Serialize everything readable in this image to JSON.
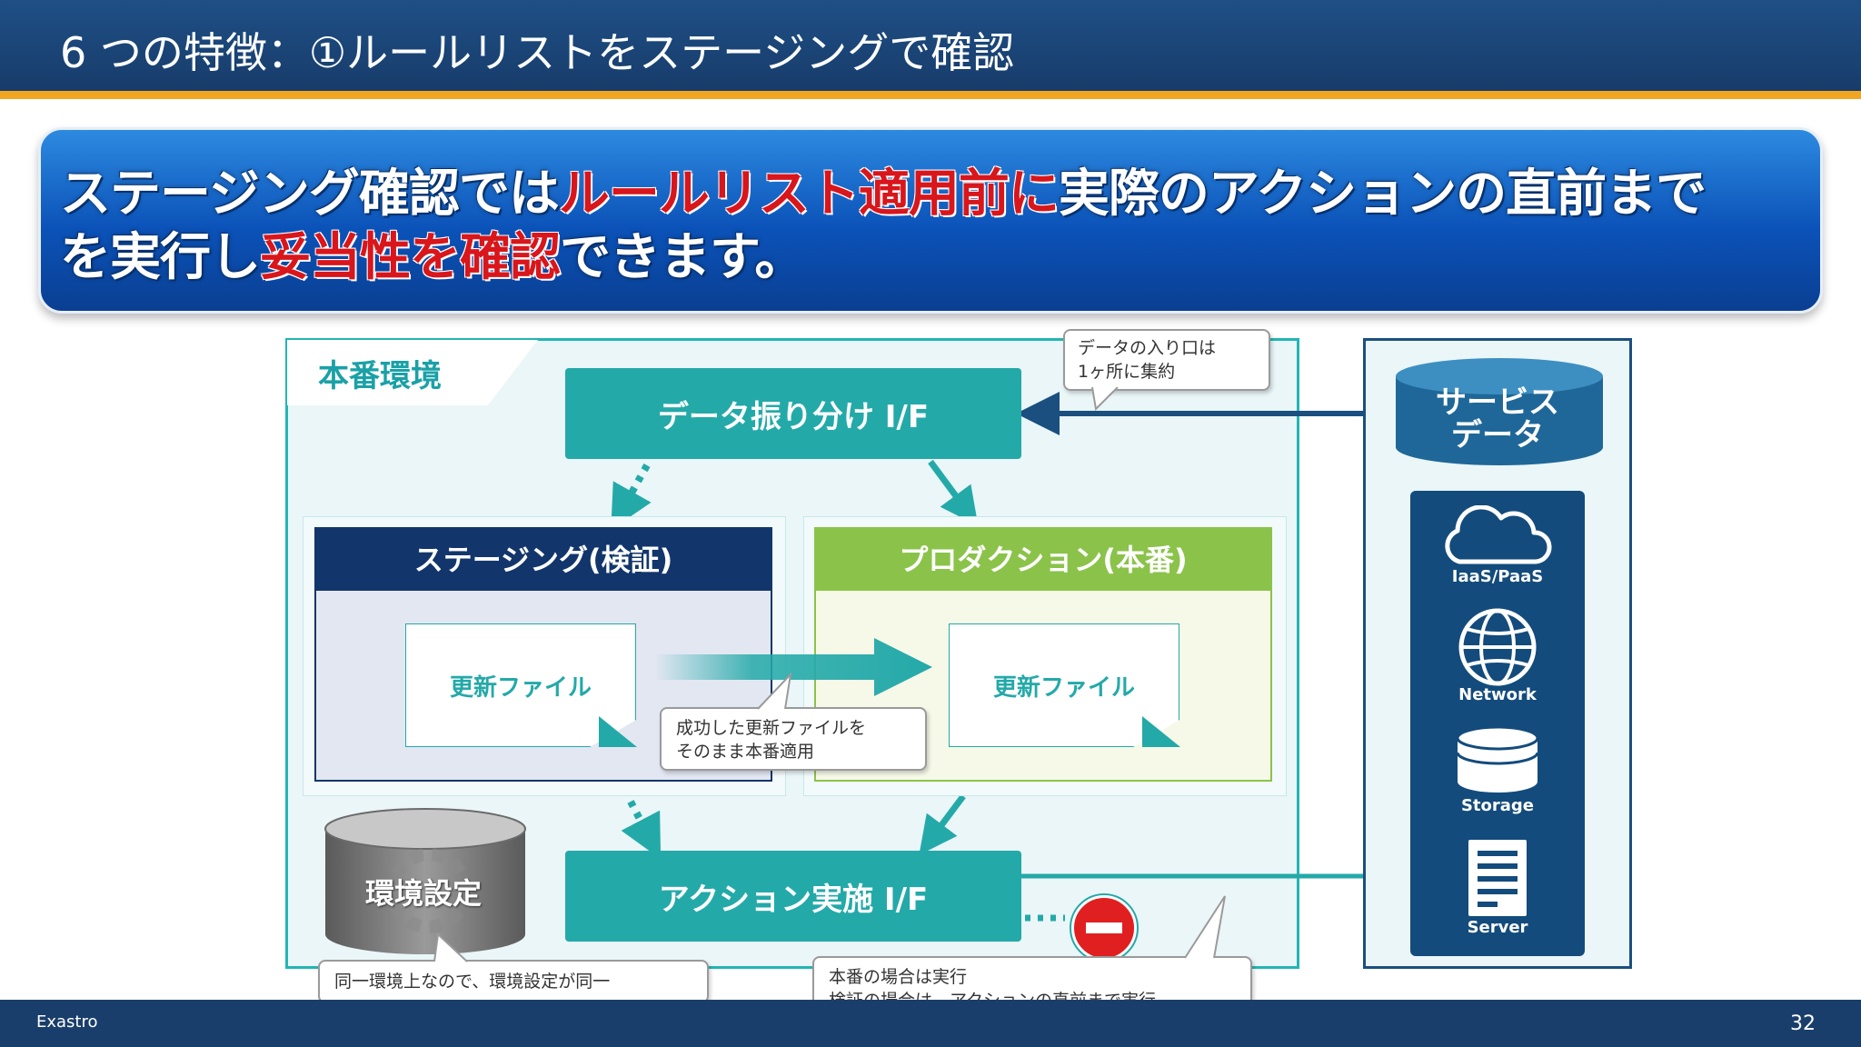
{
  "slide": {
    "title": "6 つの特徴：①ルールリストをステージングで確認",
    "banner": {
      "line1_a": "ステージング確認では",
      "line1_b": "ルールリスト適用前に",
      "line1_c": "実際のアクションの直前まで",
      "line2_a": "を実行し",
      "line2_b": "妥当性を確認",
      "line2_c": "できます。"
    },
    "footer_left": "Exastro",
    "page_number": "32"
  },
  "diagram": {
    "prod_env_label": "本番環境",
    "data_dist_if": "データ振り分け I/F",
    "action_if": "アクション実施 I/F",
    "staging_header": "ステージング(検証)",
    "production_header": "プロダクション(本番)",
    "update_file_1": "更新ファイル",
    "update_file_2": "更新ファイル",
    "callout_entry": [
      "データの入り口は",
      "1ヶ所に集約"
    ],
    "callout_apply": [
      "成功した更新ファイルを",
      "そのまま本番適用"
    ],
    "env_settings": "環境設定",
    "callout_env": "同一環境上なので、環境設定が同一",
    "callout_exec": [
      "本番の場合は実行",
      "検証の場合は、アクションの直前まで実行"
    ],
    "service_data": [
      "サービス",
      "データ"
    ],
    "services": [
      {
        "label": "IaaS/PaaS",
        "icon": "cloud-icon"
      },
      {
        "label": "Network",
        "icon": "globe-icon"
      },
      {
        "label": "Storage",
        "icon": "database-icon"
      },
      {
        "label": "Server",
        "icon": "server-icon"
      }
    ],
    "colors": {
      "teal": "#24a9a9",
      "navy": "#12366b",
      "green": "#8bc34a",
      "stop": "#e02020"
    }
  }
}
